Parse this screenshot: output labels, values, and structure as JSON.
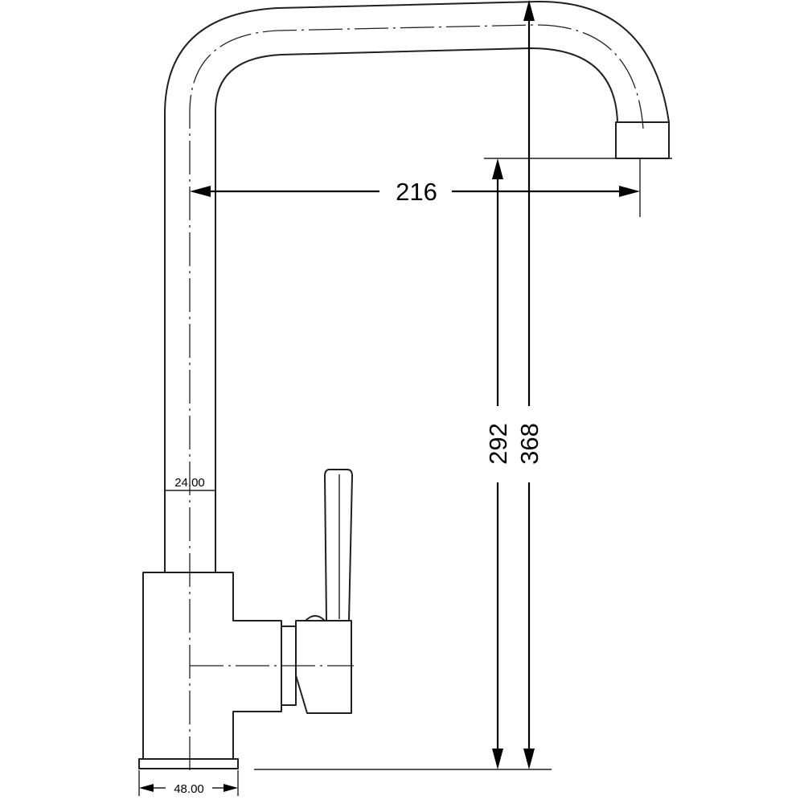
{
  "dimensions": {
    "reach": "216",
    "spout_clearance": "292",
    "overall_height": "368",
    "pipe_diameter": "24.00",
    "base_width": "48.00"
  }
}
